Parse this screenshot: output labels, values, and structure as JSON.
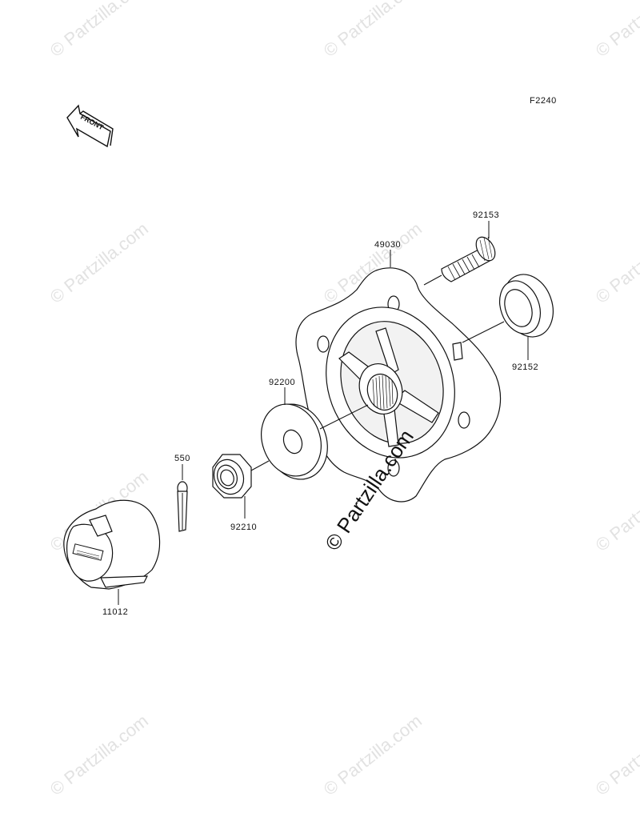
{
  "diagram_code": "F2240",
  "front_label": "FRONT",
  "watermark": "© Partzilla.com",
  "parts": [
    {
      "number": "92153"
    },
    {
      "number": "49030"
    },
    {
      "number": "92152"
    },
    {
      "number": "92200"
    },
    {
      "number": "550"
    },
    {
      "number": "92210"
    },
    {
      "number": "11012"
    }
  ]
}
